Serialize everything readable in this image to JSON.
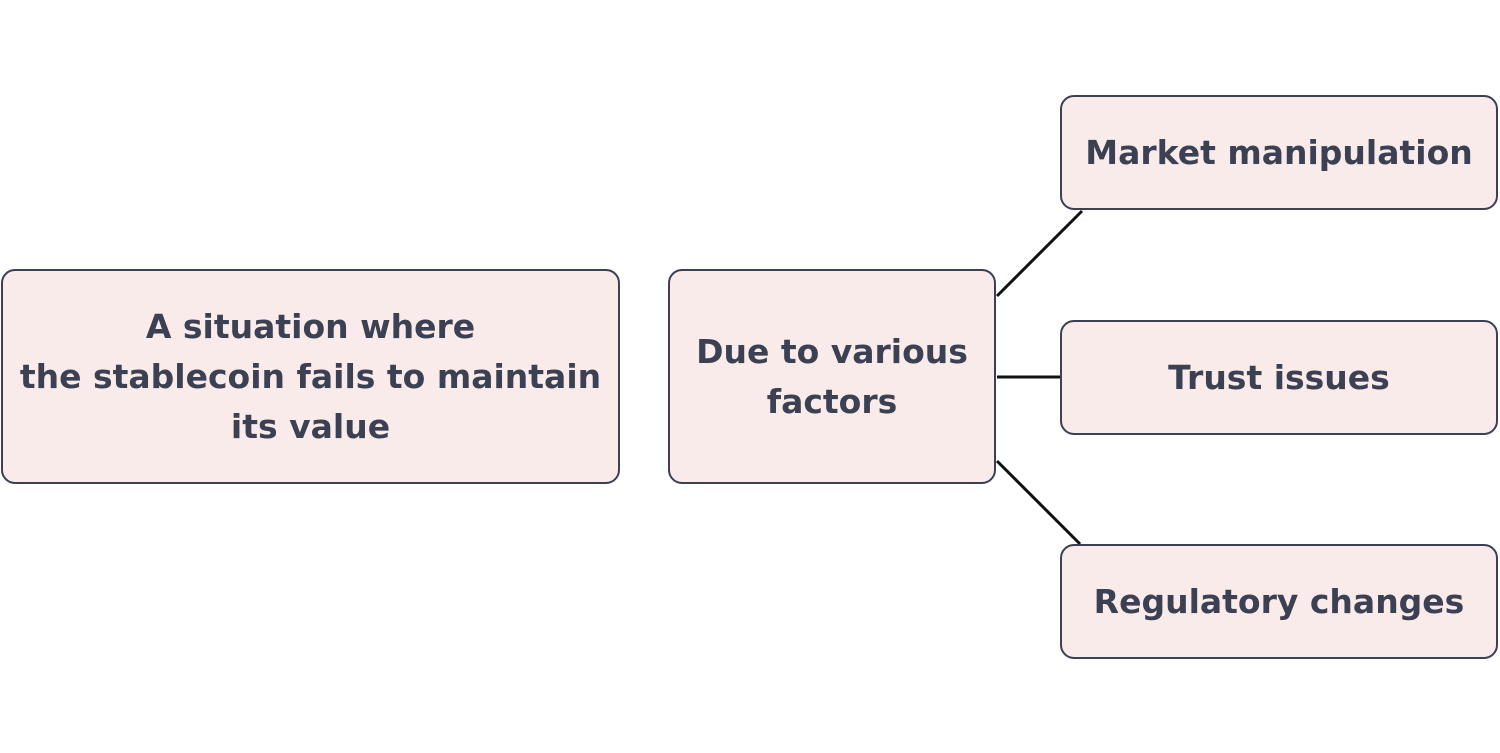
{
  "diagram": {
    "nodes": [
      {
        "id": "definition",
        "label": "A situation where\nthe stablecoin fails to maintain\nits value"
      },
      {
        "id": "cause",
        "label": "Due to various\nfactors"
      },
      {
        "id": "market",
        "label": "Market manipulation"
      },
      {
        "id": "trust",
        "label": "Trust issues"
      },
      {
        "id": "regulatory",
        "label": "Regulatory changes"
      }
    ],
    "edges": [
      {
        "from": "cause",
        "to": "market"
      },
      {
        "from": "cause",
        "to": "trust"
      },
      {
        "from": "cause",
        "to": "regulatory"
      }
    ],
    "colors": {
      "node_fill": "#f9ebe9",
      "node_border": "#3b4053",
      "text": "#3b4053",
      "connector": "#111111"
    }
  }
}
